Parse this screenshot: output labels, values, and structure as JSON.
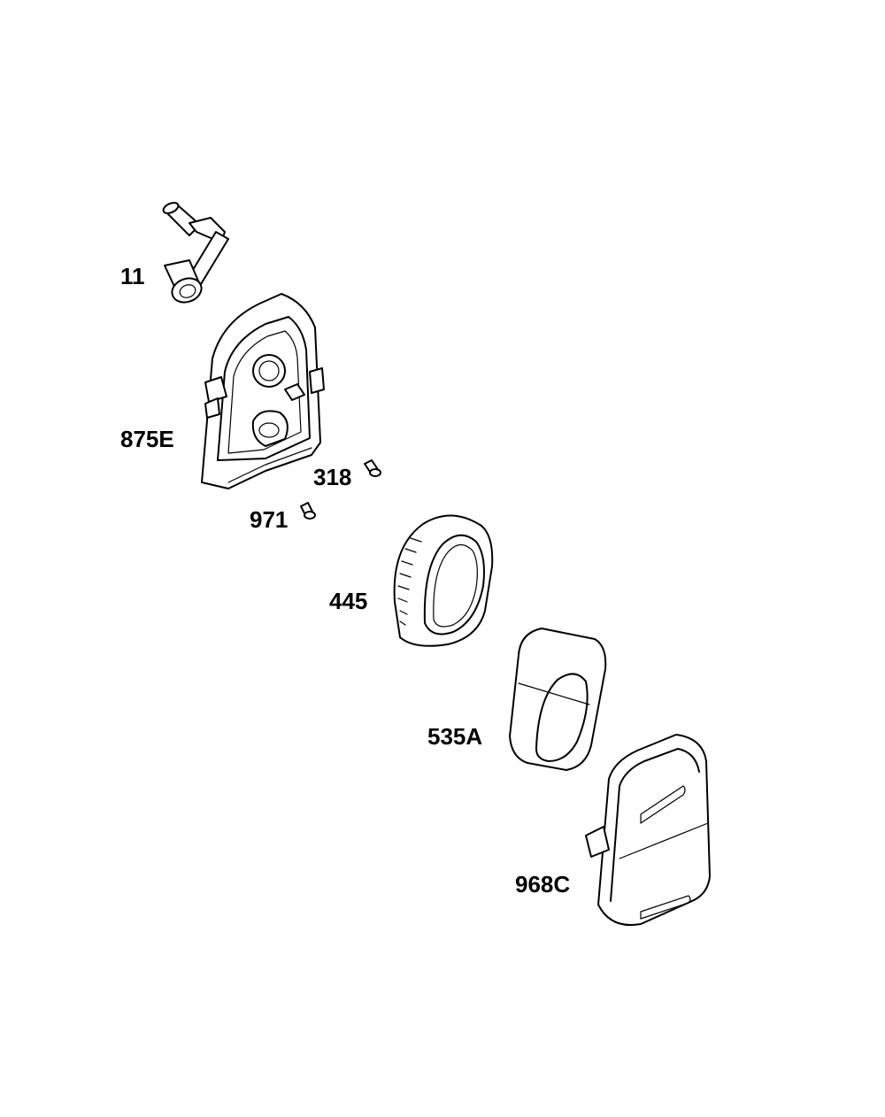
{
  "labels": {
    "part_11": "11",
    "part_875E": "875E",
    "part_318": "318",
    "part_971": "971",
    "part_445": "445",
    "part_535A": "535A",
    "part_968C": "968C"
  },
  "colors": {
    "line": "#000000",
    "background": "#ffffff"
  }
}
